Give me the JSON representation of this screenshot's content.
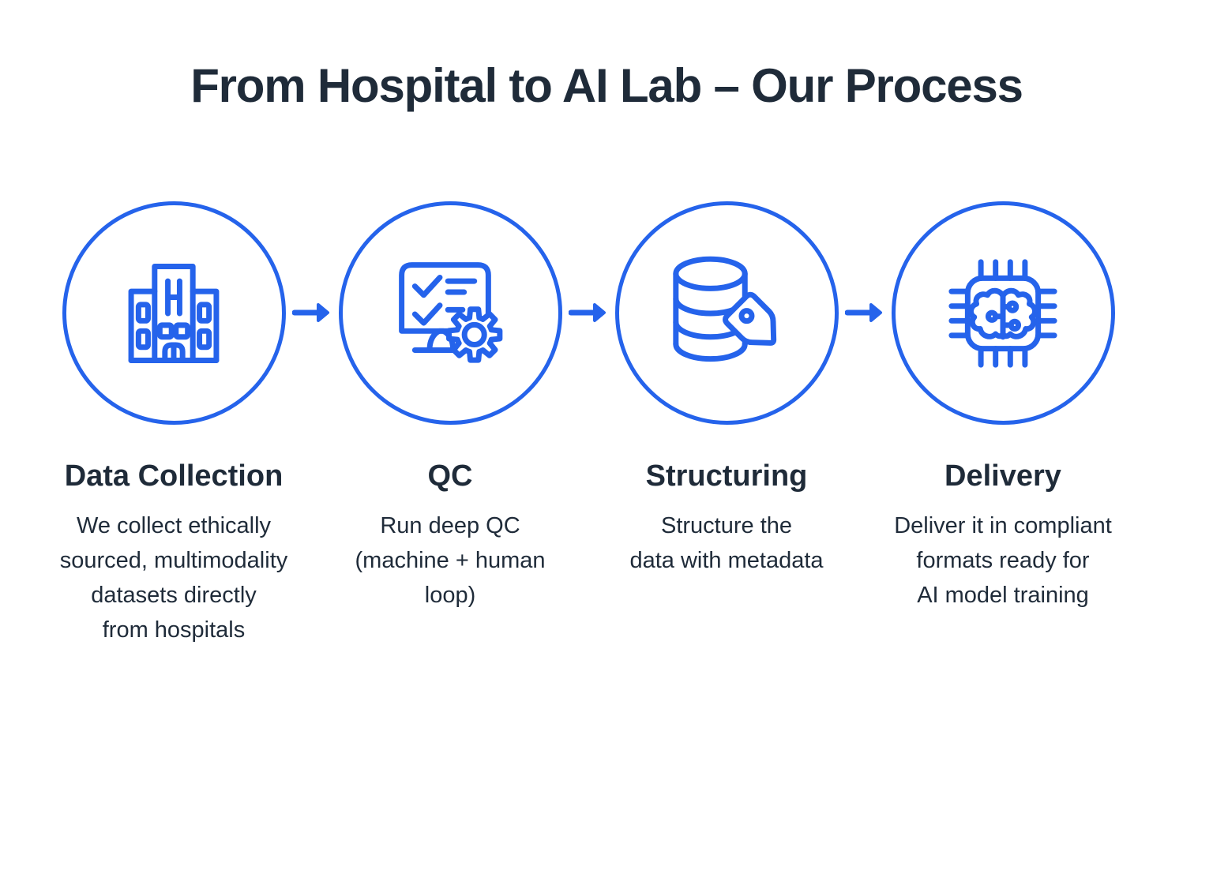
{
  "title": "From Hospital to AI Lab – Our Process",
  "colors": {
    "accent": "#2563eb",
    "text": "#1f2b39",
    "background": "#ffffff"
  },
  "steps": [
    {
      "title": "Data Collection",
      "icon": "hospital-icon",
      "description": "We collect ethically\nsourced, multimodality\ndatasets directly\nfrom hospitals"
    },
    {
      "title": "QC",
      "icon": "qc-checklist-gear-icon",
      "description": "Run deep QC\n(machine + human\nloop)"
    },
    {
      "title": "Structuring",
      "icon": "database-tag-icon",
      "description": "Structure the\ndata with metadata"
    },
    {
      "title": "Delivery",
      "icon": "chip-brain-icon",
      "description": "Deliver it in compliant\nformats ready for\nAI model training"
    }
  ],
  "connector_icon": "arrow-right-icon"
}
